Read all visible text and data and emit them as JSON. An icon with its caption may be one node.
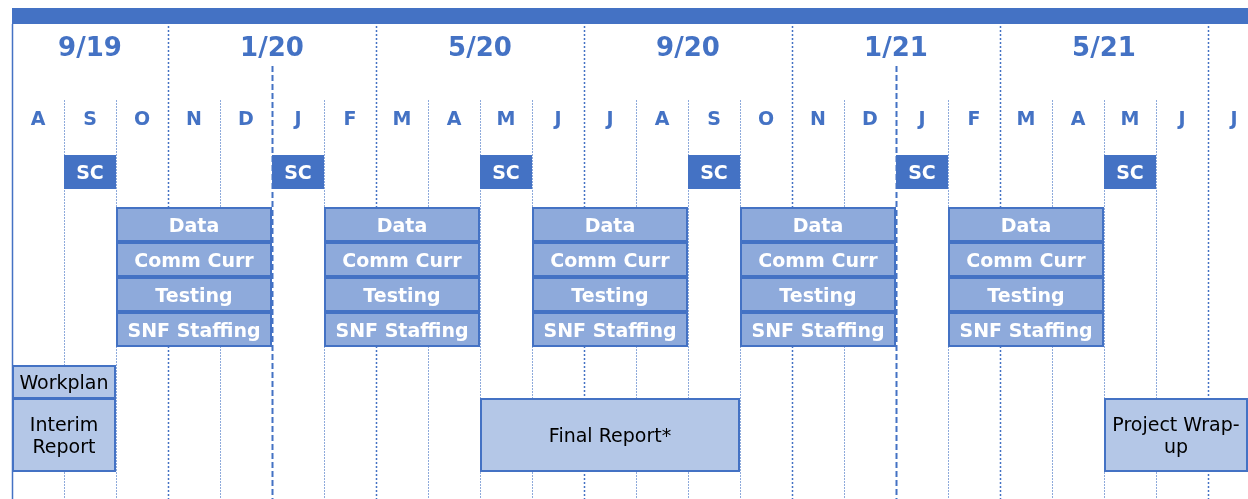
{
  "diagram": {
    "nodes": [
      {
        "text": [
          "SC"
        ]
      },
      {
        "text": [
          "SC"
        ]
      },
      {
        "text": [
          "SC"
        ]
      },
      {
        "text": [
          "SC"
        ]
      },
      {
        "text": [
          "SC"
        ]
      },
      {
        "text": [
          "SC"
        ]
      },
      {
        "text": [
          "Data"
        ]
      },
      {
        "text": [
          "Data"
        ]
      },
      {
        "text": [
          "Data"
        ]
      },
      {
        "text": [
          "Data"
        ]
      },
      {
        "text": [
          "Data"
        ]
      },
      {
        "text": [
          "Comm Curr"
        ]
      },
      {
        "text": [
          "Comm Curr"
        ]
      },
      {
        "text": [
          "Comm Curr"
        ]
      },
      {
        "text": [
          "Comm Curr"
        ]
      },
      {
        "text": [
          "Comm Curr"
        ]
      },
      {
        "text": [
          "Testing"
        ]
      },
      {
        "text": [
          "Testing"
        ]
      },
      {
        "text": [
          "Testing"
        ]
      },
      {
        "text": [
          "Testing"
        ]
      },
      {
        "text": [
          "Testing"
        ]
      },
      {
        "text": [
          "SNF Staffing"
        ]
      },
      {
        "text": [
          "SNF Staffing"
        ]
      },
      {
        "text": [
          "SNF Staffing"
        ]
      },
      {
        "text": [
          "SNF Staffing"
        ]
      },
      {
        "text": [
          "SNF Staffing"
        ]
      },
      {
        "text": [
          "Workplan"
        ]
      },
      {
        "text": [
          "Interim Report"
        ]
      },
      {
        "text": [
          "Final Report*"
        ]
      },
      {
        "text": [
          "Project Wrap-up"
        ]
      }
    ],
    "labels": [
      "9/19",
      "1/20",
      "5/20",
      "9/20",
      "1/21",
      "5/21",
      "A",
      "S",
      "O",
      "N",
      "D",
      "J",
      "F",
      "M",
      "A",
      "M",
      "J",
      "J",
      "A",
      "S",
      "O",
      "N",
      "D",
      "J",
      "F",
      "M",
      "A",
      "M",
      "J",
      "J"
    ]
  }
}
